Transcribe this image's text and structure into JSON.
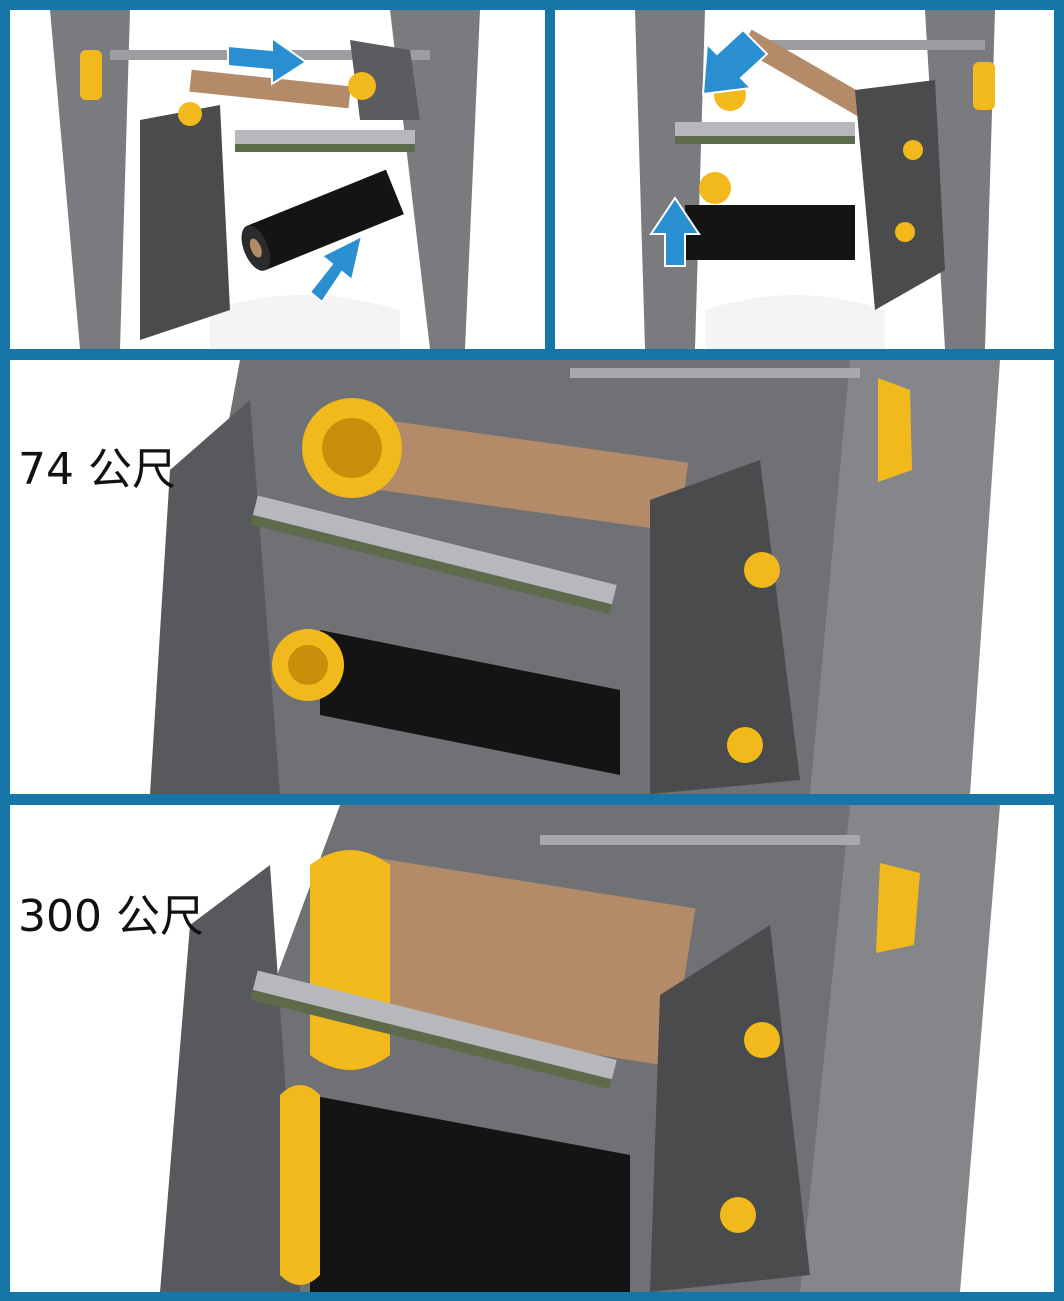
{
  "colors": {
    "frame": "#1577a8",
    "housing": "#6d6e70",
    "housing_dark": "#4a4b4d",
    "housing_light": "#8c8d90",
    "knob": "#f2b91c",
    "knob_dark": "#c98f0a",
    "core": "#b38b68",
    "ribbon": "#141414",
    "arrow": "#2a8fd1",
    "label_paper": "#f4f4f4"
  },
  "icons": {
    "arrow": "blue-direction-arrow",
    "knob": "yellow-spindle-hub"
  },
  "panels": [
    {
      "id": "install-takeup-and-supply-steps",
      "arrows": 2
    },
    {
      "id": "insert-spindles-steps",
      "arrows": 2
    },
    {
      "id": "short-ribbon-view",
      "label": "74 公尺"
    },
    {
      "id": "long-ribbon-view",
      "label": "300 公尺"
    }
  ]
}
